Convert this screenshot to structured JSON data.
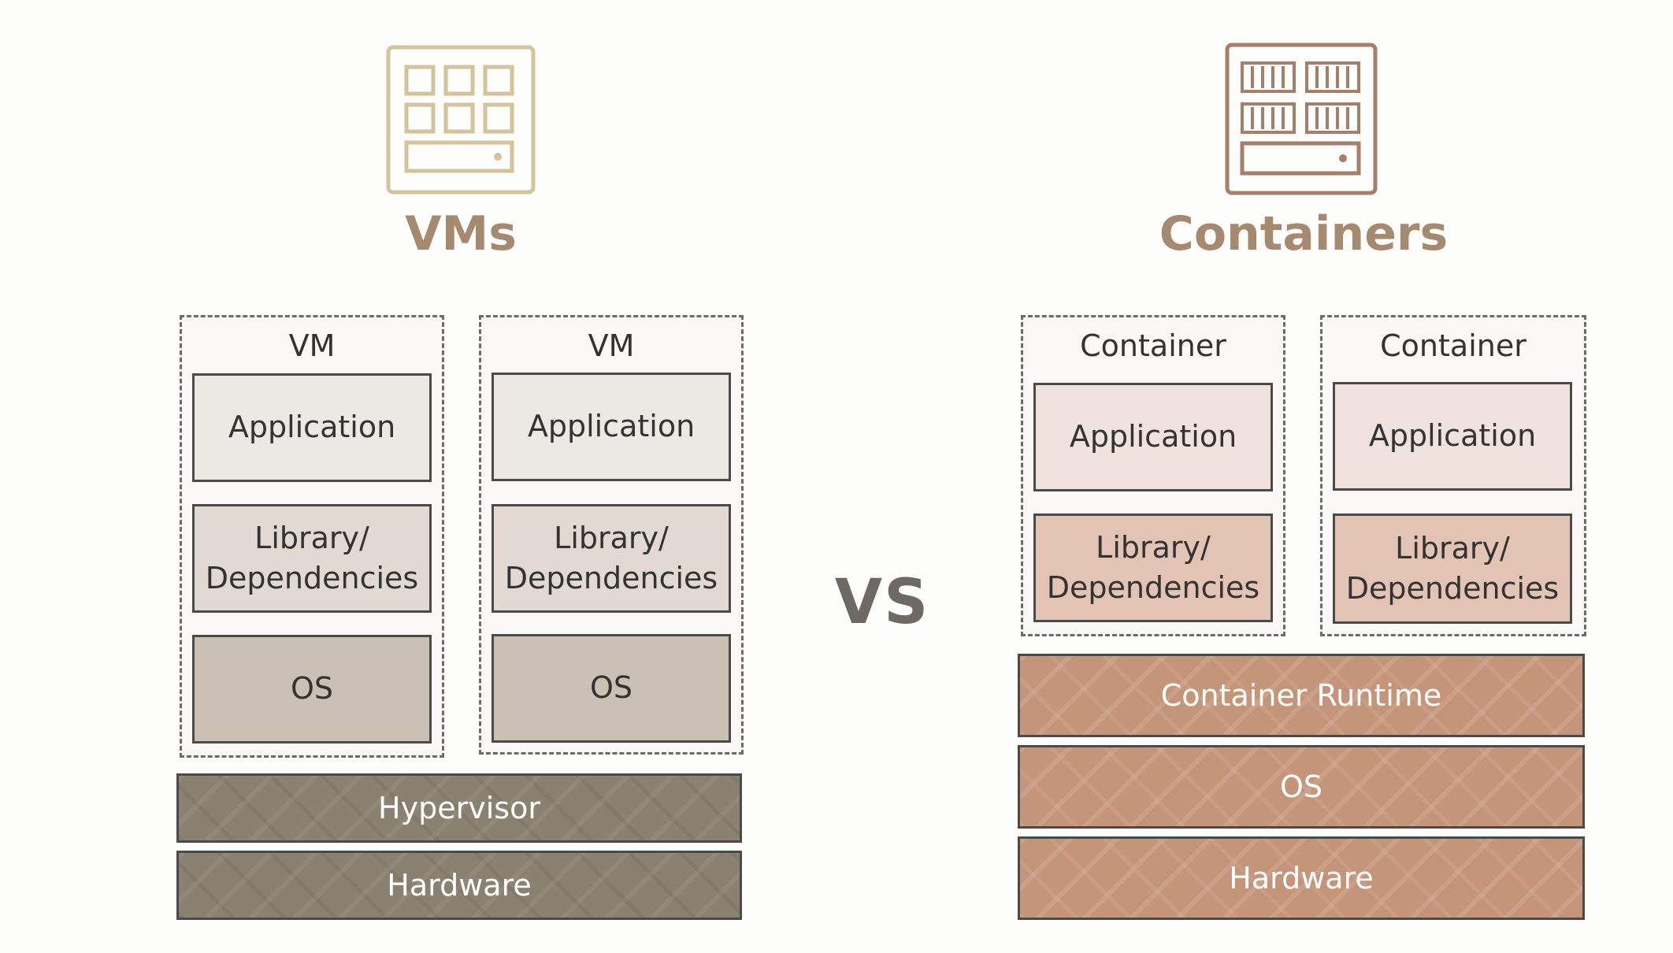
{
  "vms": {
    "title": "VMs",
    "icon": "server-rack-icon",
    "color": "#d5c39c",
    "groups": [
      {
        "label": "VM",
        "application": "Application",
        "library": "Library/\nDependencies",
        "os": "OS"
      },
      {
        "label": "VM",
        "application": "Application",
        "library": "Library/\nDependencies",
        "os": "OS"
      }
    ],
    "hypervisor": "Hypervisor",
    "hardware": "Hardware"
  },
  "vs_label": "VS",
  "containers": {
    "title": "Containers",
    "icon": "container-rack-icon",
    "color": "#a67e6a",
    "groups": [
      {
        "label": "Container",
        "application": "Application",
        "library": "Library/\nDependencies"
      },
      {
        "label": "Container",
        "application": "Application",
        "library": "Library/\nDependencies"
      }
    ],
    "runtime": "Container Runtime",
    "os": "OS",
    "hardware": "Hardware"
  }
}
